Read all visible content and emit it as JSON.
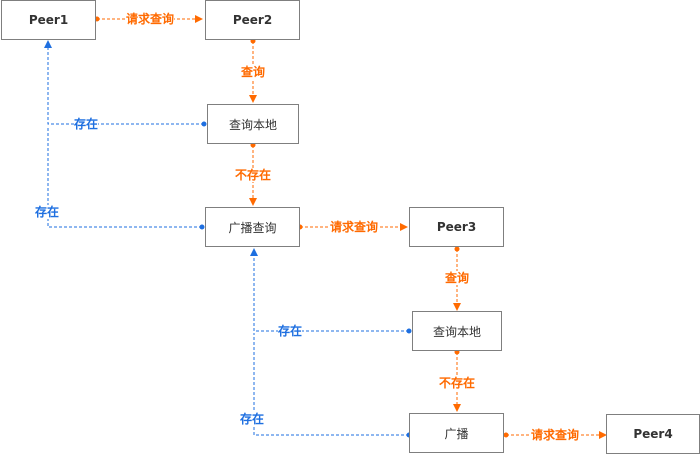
{
  "colors": {
    "request": "#ff6a00",
    "exists": "#1e6fe0",
    "border": "#7f7f7f"
  },
  "nodes": {
    "peer1": "Peer1",
    "peer2": "Peer2",
    "local_query_1": "查询本地",
    "broadcast_query": "广播查询",
    "peer3": "Peer3",
    "local_query_2": "查询本地",
    "broadcast": "广播",
    "peer4": "Peer4"
  },
  "edges": {
    "request_query_1": "请求查询",
    "query_1": "查询",
    "not_exist_1": "不存在",
    "exists_1": "存在",
    "exists_2": "存在",
    "request_query_2": "请求查询",
    "query_2": "查询",
    "exists_3": "存在",
    "not_exist_2": "不存在",
    "exists_4": "存在",
    "request_query_3": "请求查询"
  }
}
